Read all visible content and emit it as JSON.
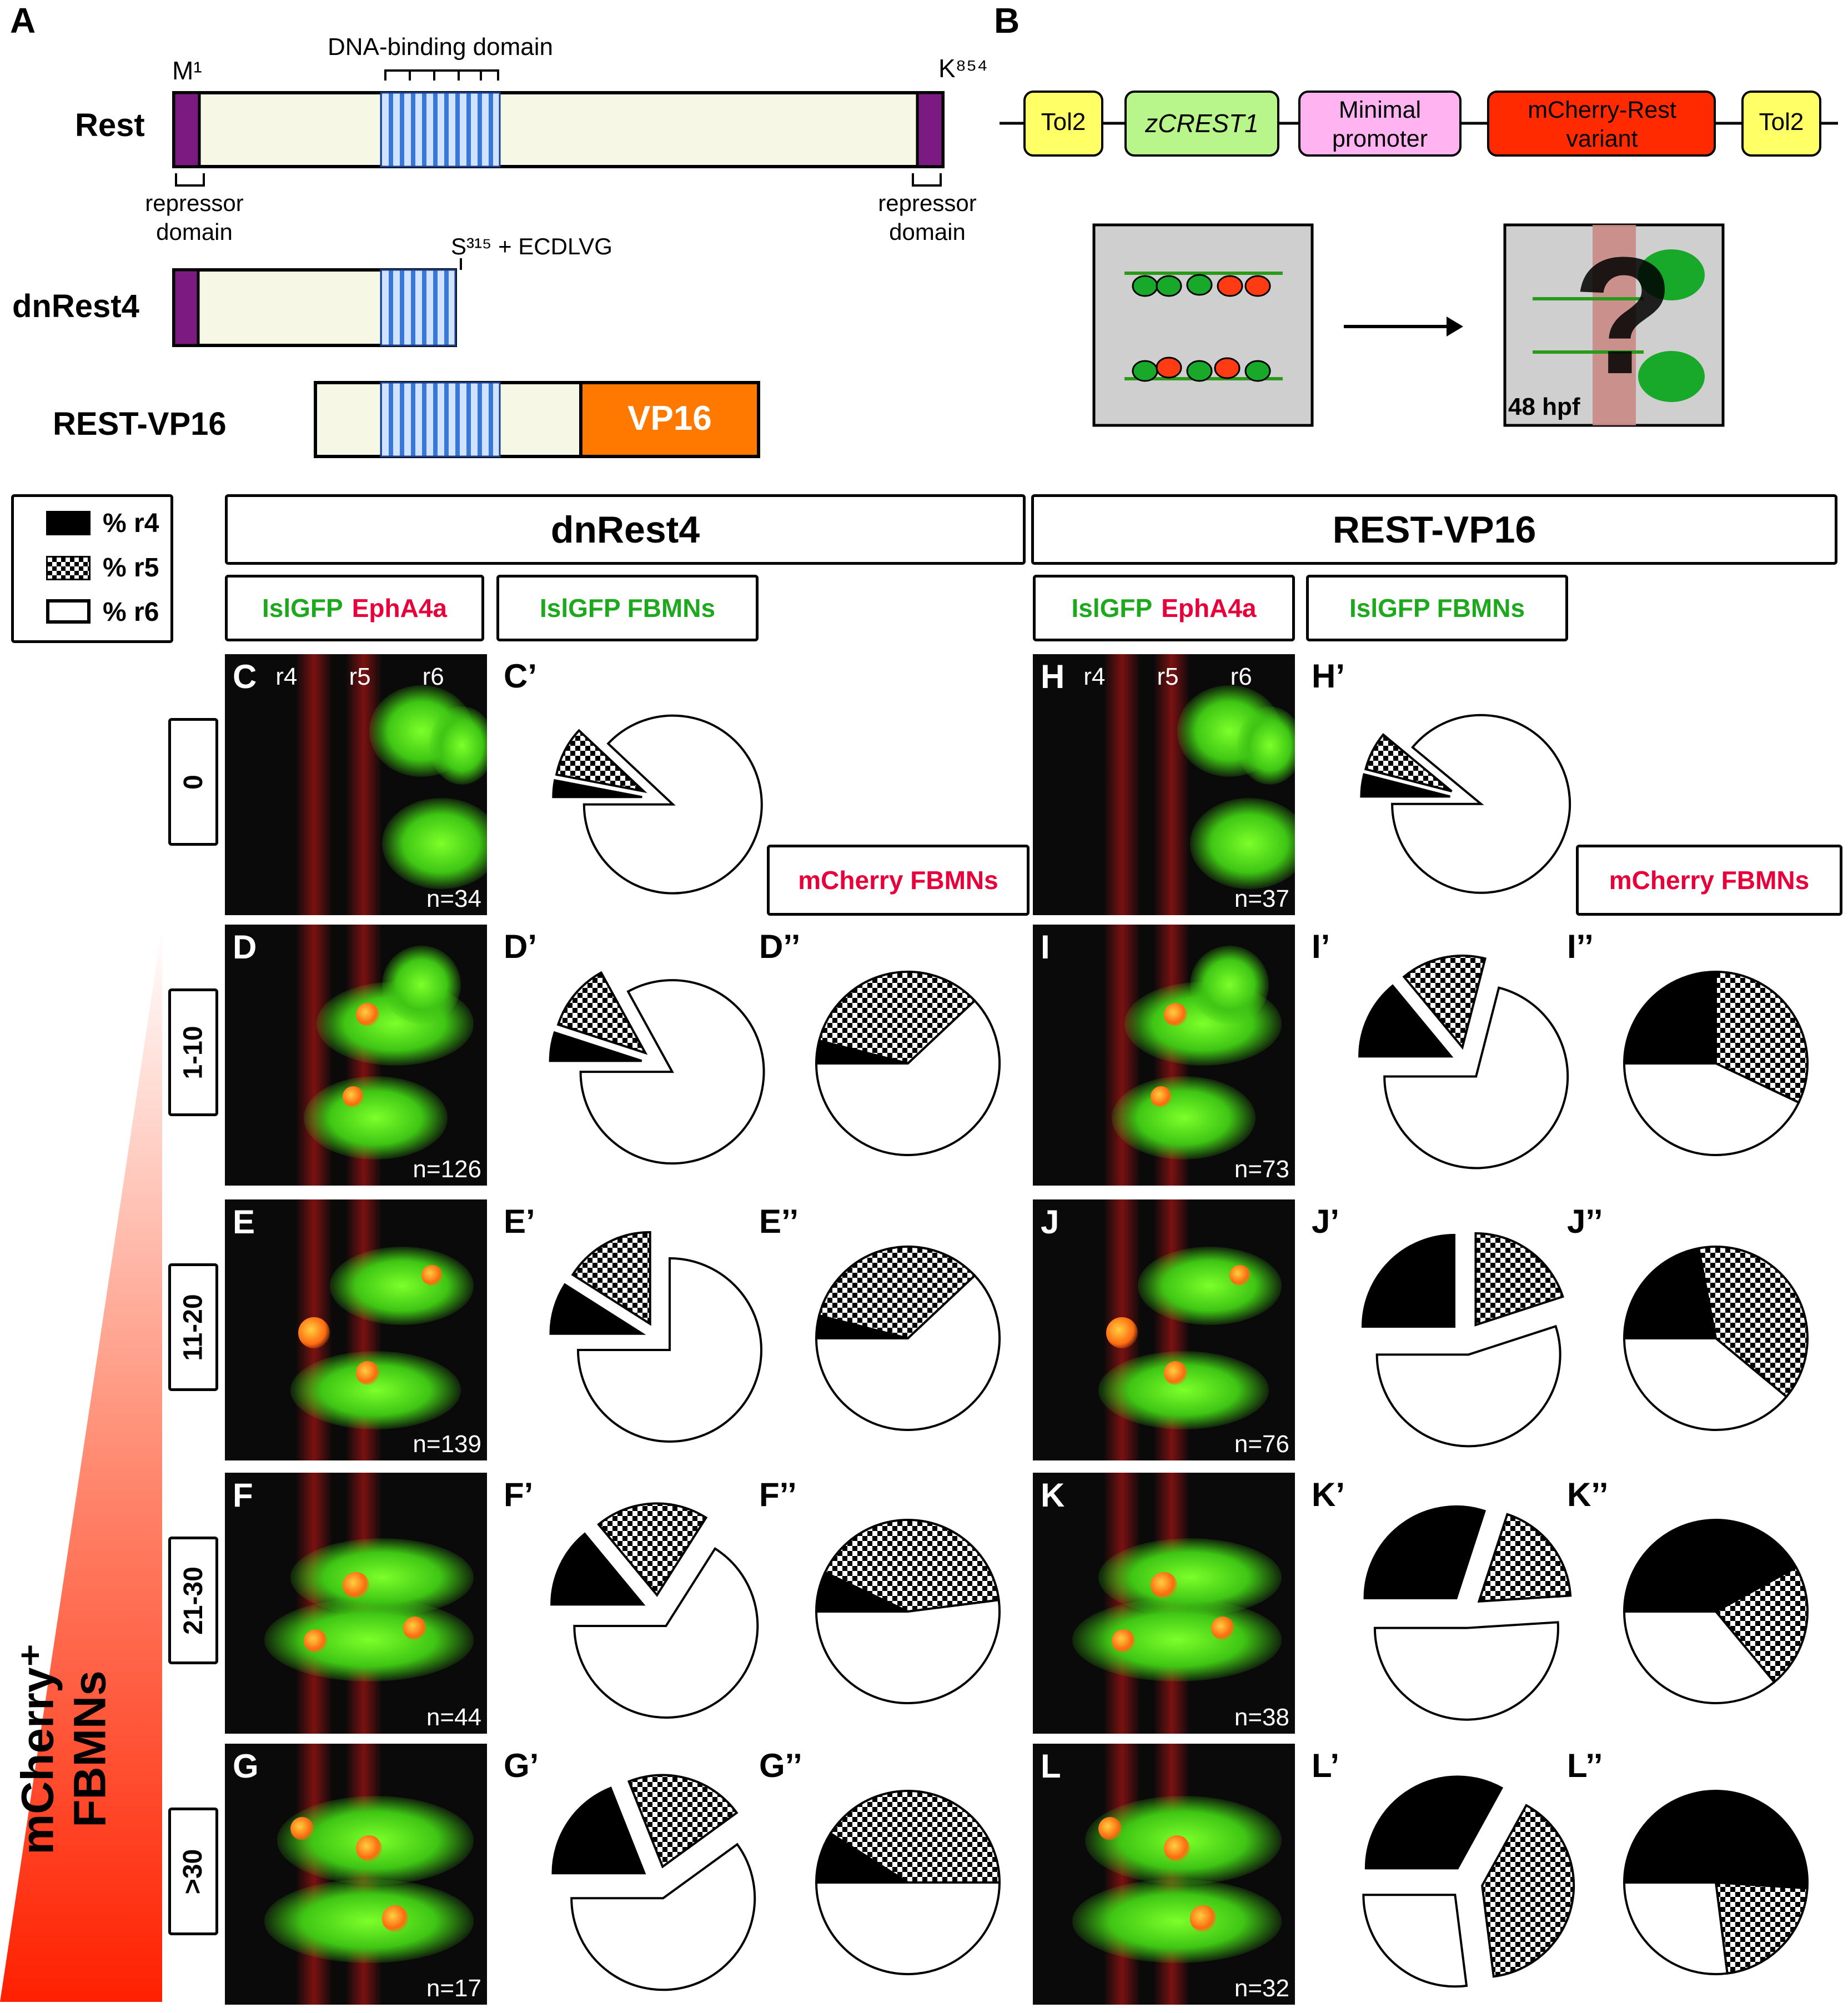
{
  "panel_a": {
    "letter": "A",
    "rest": {
      "name": "Rest",
      "start": "M¹",
      "end": "K⁸⁵⁴",
      "domain": "DNA-binding domain",
      "repressor_left": "repressor domain",
      "repressor_right": "repressor domain"
    },
    "dnrest4": {
      "name": "dnRest4",
      "end": "S³¹⁵ + ECDLVG"
    },
    "restvp16": {
      "name": "REST-VP16",
      "fusion": "VP16"
    }
  },
  "panel_b": {
    "letter": "B",
    "construct": [
      "Tol2",
      "zCREST1",
      "Minimal promoter",
      "mCherry-Rest variant",
      "Tol2"
    ],
    "colors": {
      "tol2": "#ffff66",
      "zcrest1": "#b8f58a",
      "promoter": "#ffb3f0",
      "mcherry": "#ff2a00"
    },
    "stage": "48 hpf",
    "question": "?"
  },
  "legend": {
    "r4": "% r4",
    "r5": "% r5",
    "r6": "% r6"
  },
  "groups": {
    "left": "dnRest4",
    "right": "REST-VP16"
  },
  "subheaders": {
    "islgfp": "IslGFP",
    "epha4a": "EphA4a",
    "islgfp_fbmns": "IslGFP FBMNs",
    "mcherry_fbmns": "mCherry FBMNs"
  },
  "colors": {
    "green": "#1ea81e",
    "red": "#e8003a",
    "triangle_top": "#ffffff",
    "triangle_bottom": "#ff2000"
  },
  "gradient_label": "mCherry⁺ FBMNs",
  "rhombomere_labels": [
    "r4",
    "r5",
    "r6"
  ],
  "rows": [
    {
      "bin": "0",
      "left": {
        "micro": "C",
        "n": "n=34",
        "pie1_label": "C’",
        "pie1": [
          3,
          9,
          88
        ]
      },
      "right": {
        "micro": "H",
        "n": "n=37",
        "pie1_label": "H’",
        "pie1": [
          4,
          7,
          89
        ]
      }
    },
    {
      "bin": "1-10",
      "left": {
        "micro": "D",
        "n": "n=126",
        "pie1_label": "D’",
        "pie1": [
          5,
          12,
          83
        ],
        "pie2_label": "D’’",
        "pie2": [
          4,
          34,
          62
        ]
      },
      "right": {
        "micro": "I",
        "n": "n=73",
        "pie1_label": "I’",
        "pie1": [
          14,
          15,
          71
        ],
        "pie2_label": "I’’",
        "pie2": [
          25,
          32,
          43
        ]
      }
    },
    {
      "bin": "11-20",
      "left": {
        "micro": "E",
        "n": "n=139",
        "pie1_label": "E’",
        "pie1": [
          9,
          16,
          75
        ],
        "pie2_label": "E’’",
        "pie2": [
          4,
          34,
          62
        ]
      },
      "right": {
        "micro": "J",
        "n": "n=76",
        "pie1_label": "J’",
        "pie1": [
          25,
          20,
          55
        ],
        "pie2_label": "J’’",
        "pie2": [
          22,
          39,
          39
        ]
      }
    },
    {
      "bin": "21-30",
      "left": {
        "micro": "F",
        "n": "n=44",
        "pie1_label": "F’",
        "pie1": [
          14,
          20,
          66
        ],
        "pie2_label": "F’’",
        "pie2": [
          7,
          41,
          52
        ]
      },
      "right": {
        "micro": "K",
        "n": "n=38",
        "pie1_label": "K’",
        "pie1": [
          30,
          19,
          51
        ],
        "pie2_label": "K’’",
        "pie2": [
          42,
          22,
          36
        ]
      }
    },
    {
      "bin": ">30",
      "left": {
        "micro": "G",
        "n": "n=17",
        "pie1_label": "G’",
        "pie1": [
          19,
          21,
          60
        ],
        "pie2_label": "G’’",
        "pie2": [
          9,
          41,
          50
        ]
      },
      "right": {
        "micro": "L",
        "n": "n=32",
        "pie1_label": "L’",
        "pie1": [
          33,
          40,
          27
        ],
        "pie2_label": "L’’",
        "pie2": [
          51,
          22,
          27
        ]
      }
    }
  ],
  "chart_data": [
    {
      "type": "pie",
      "title": "dnRest4 IslGFP FBMNs",
      "categories": [
        "% r4",
        "% r5",
        "% r6"
      ],
      "series": [
        {
          "name": "0 (C’)",
          "values": [
            3,
            9,
            88
          ]
        },
        {
          "name": "1-10 (D’)",
          "values": [
            5,
            12,
            83
          ]
        },
        {
          "name": "11-20 (E’)",
          "values": [
            9,
            16,
            75
          ]
        },
        {
          "name": "21-30 (F’)",
          "values": [
            14,
            20,
            66
          ]
        },
        {
          "name": ">30 (G’)",
          "values": [
            19,
            21,
            60
          ]
        }
      ]
    },
    {
      "type": "pie",
      "title": "dnRest4 mCherry FBMNs",
      "categories": [
        "% r4",
        "% r5",
        "% r6"
      ],
      "series": [
        {
          "name": "1-10 (D’’)",
          "values": [
            4,
            34,
            62
          ]
        },
        {
          "name": "11-20 (E’’)",
          "values": [
            4,
            34,
            62
          ]
        },
        {
          "name": "21-30 (F’’)",
          "values": [
            7,
            41,
            52
          ]
        },
        {
          "name": ">30 (G’’)",
          "values": [
            9,
            41,
            50
          ]
        }
      ]
    },
    {
      "type": "pie",
      "title": "REST-VP16 IslGFP FBMNs",
      "categories": [
        "% r4",
        "% r5",
        "% r6"
      ],
      "series": [
        {
          "name": "0 (H’)",
          "values": [
            4,
            7,
            89
          ]
        },
        {
          "name": "1-10 (I’)",
          "values": [
            14,
            15,
            71
          ]
        },
        {
          "name": "11-20 (J’)",
          "values": [
            25,
            20,
            55
          ]
        },
        {
          "name": "21-30 (K’)",
          "values": [
            30,
            19,
            51
          ]
        },
        {
          "name": ">30 (L’)",
          "values": [
            33,
            40,
            27
          ]
        }
      ]
    },
    {
      "type": "pie",
      "title": "REST-VP16 mCherry FBMNs",
      "categories": [
        "% r4",
        "% r5",
        "% r6"
      ],
      "series": [
        {
          "name": "1-10 (I’’)",
          "values": [
            25,
            32,
            43
          ]
        },
        {
          "name": "11-20 (J’’)",
          "values": [
            22,
            39,
            39
          ]
        },
        {
          "name": "21-30 (K’’)",
          "values": [
            42,
            22,
            36
          ]
        },
        {
          "name": ">30 (L’’)",
          "values": [
            51,
            22,
            27
          ]
        }
      ]
    }
  ]
}
